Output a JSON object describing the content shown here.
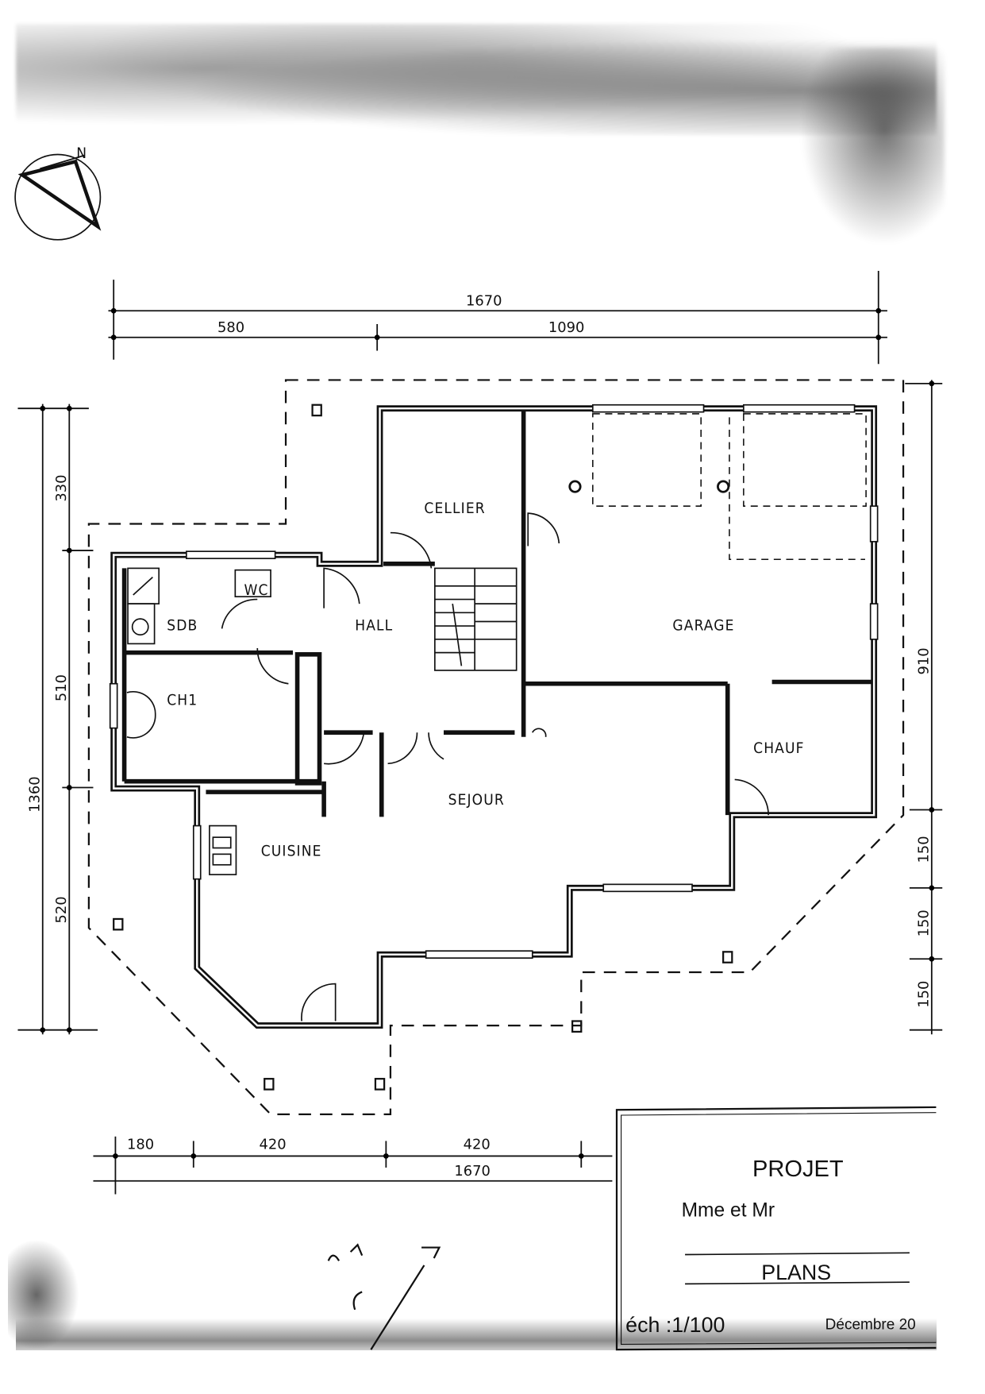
{
  "compass": {
    "north_label": "N"
  },
  "rooms": {
    "cellier": "CELLIER",
    "garage": "GARAGE",
    "hall": "HALL",
    "sdb": "SDB",
    "wc": "WC",
    "ch1": "CH1",
    "chauf": "CHAUF",
    "sejour": "SEJOUR",
    "cuisine": "CUISINE"
  },
  "dimensions": {
    "top": {
      "total": "1670",
      "segments": [
        "580",
        "1090"
      ]
    },
    "left": {
      "total": "1360",
      "segments": [
        "330",
        "510",
        "520"
      ]
    },
    "right": {
      "segments": [
        "910",
        "150",
        "150",
        "150"
      ]
    },
    "bottom": {
      "total": "1670",
      "segments": [
        "180",
        "420",
        "420"
      ]
    }
  },
  "title_block": {
    "project": "PROJET",
    "client": "Mme et Mr",
    "document": "PLANS",
    "scale": "éch :1/100",
    "date": "Décembre 20"
  }
}
